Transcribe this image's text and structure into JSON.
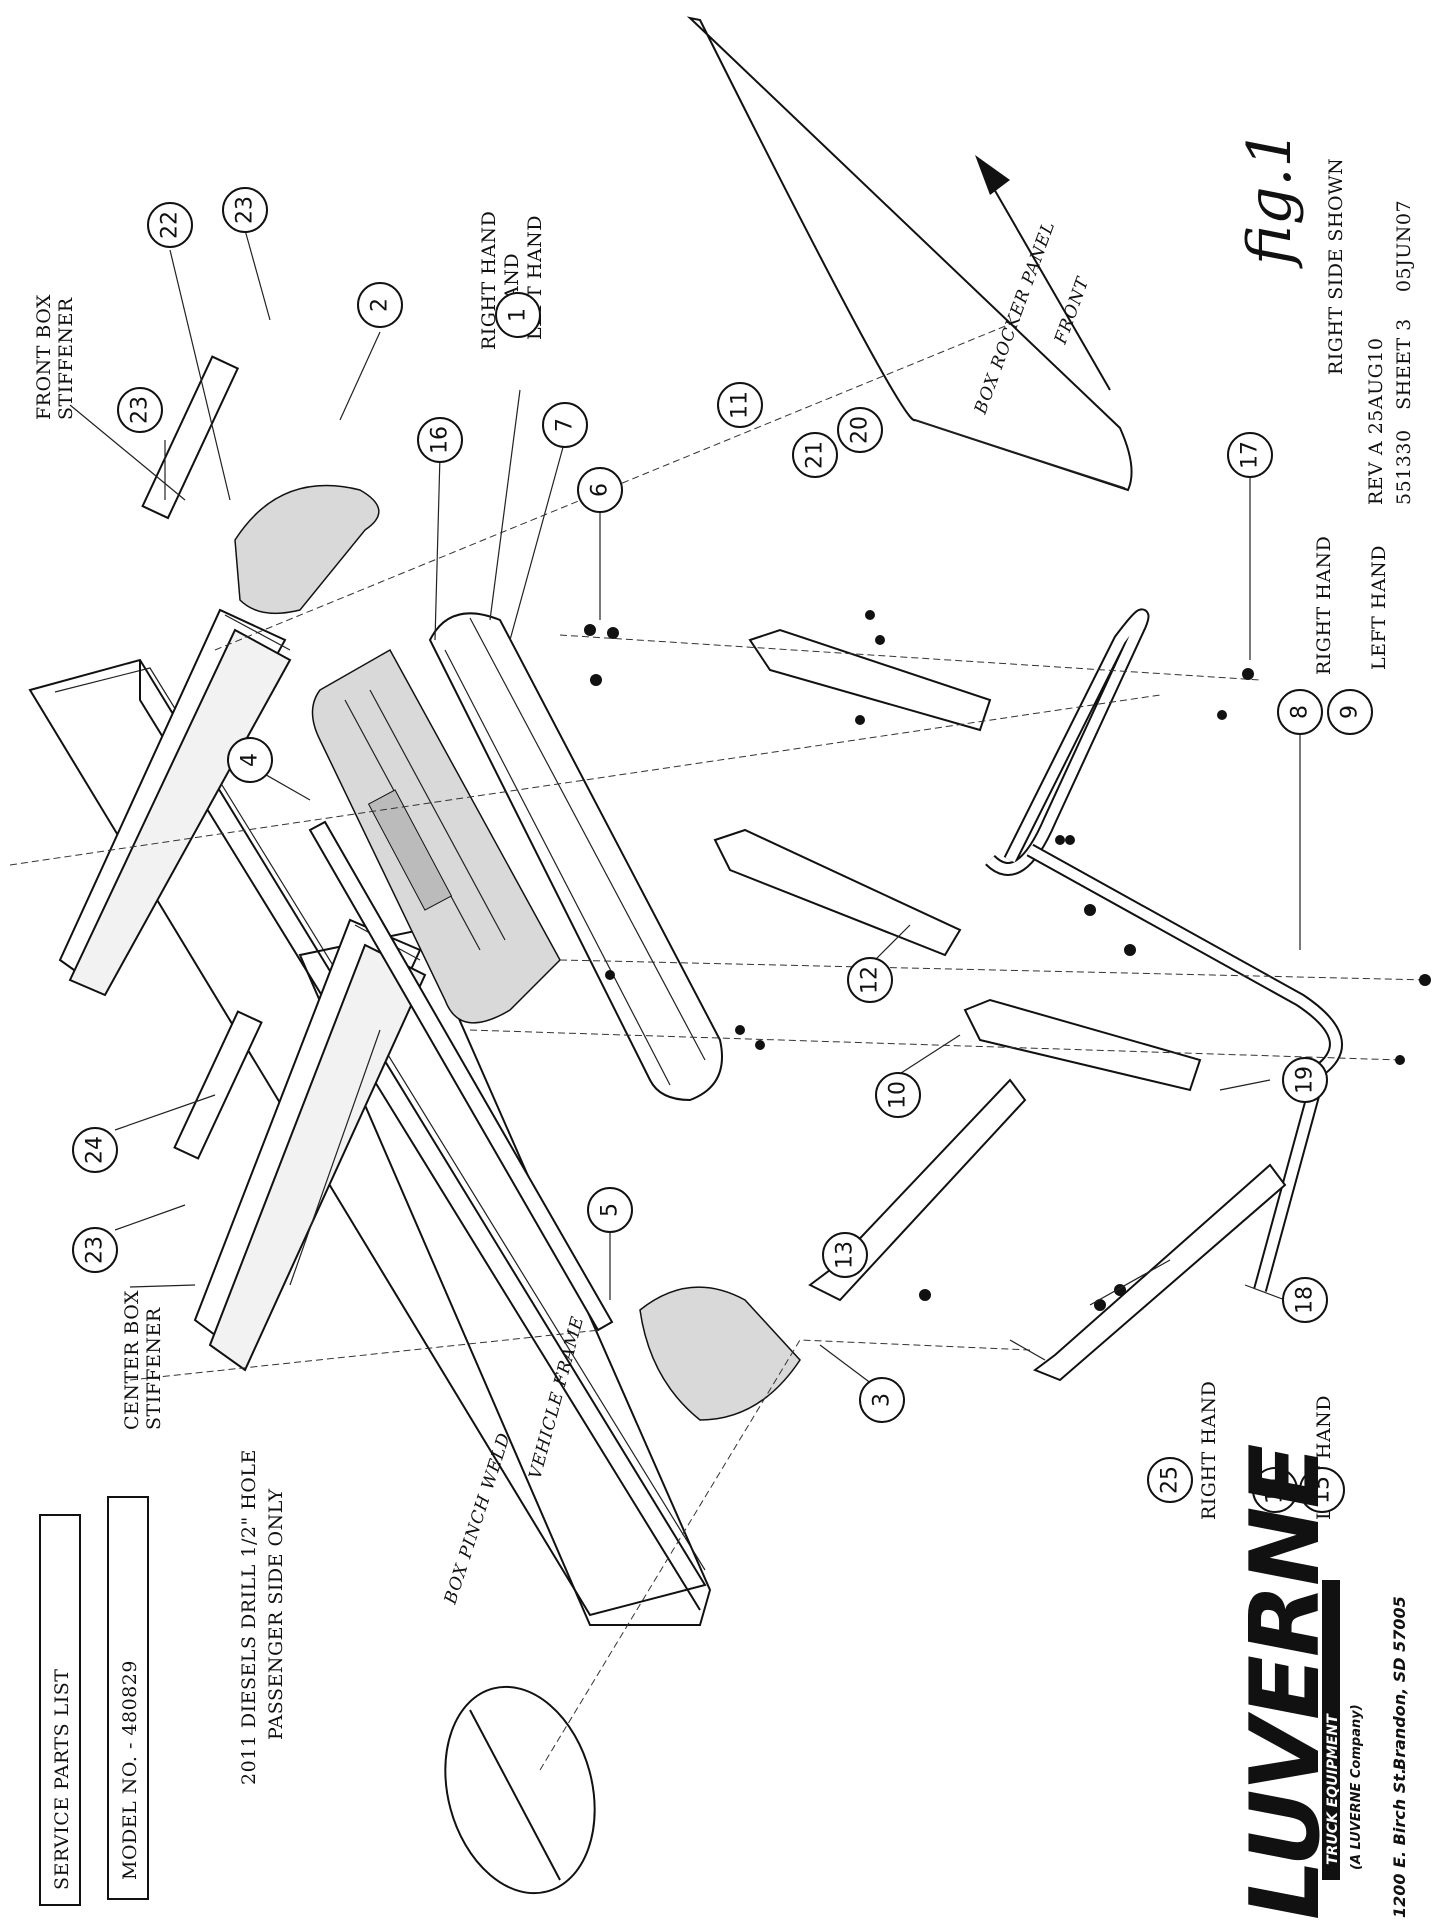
{
  "title": {
    "heading": "SERVICE PARTS LIST",
    "model": "MODEL NO. - 480829"
  },
  "figure": {
    "label": "fig.1",
    "side_note": "RIGHT SIDE SHOWN",
    "rev": "REV A 25AUG10",
    "sheet_line": "551330   SHEET 3    05JUN07"
  },
  "annotations": {
    "front_box_stiffener_1": "FRONT BOX",
    "front_box_stiffener_2": "STIFFENER",
    "center_box_stiffener_1": "CENTER BOX",
    "center_box_stiffener_2": "STIFFENER",
    "diesel_note_1": "2011 DIESELS DRILL 1/2\" HOLE",
    "diesel_note_2": "PASSENGER SIDE ONLY",
    "box_pinch_weld": "BOX PINCH WELD",
    "vehicle_frame": "VEHICLE FRAME",
    "box_rocker_panel": "BOX ROCKER PANEL",
    "front_arrow": "FRONT",
    "rh_lh_1_a": "RIGHT HAND",
    "rh_lh_1_b": "AND",
    "rh_lh_1_c": "LEFT HAND",
    "rh_8": "RIGHT HAND",
    "lh_9": "LEFT HAND",
    "rh_14": "RIGHT HAND",
    "lh_15": "LEFT HAND"
  },
  "callouts": [
    "1",
    "2",
    "3",
    "4",
    "5",
    "6",
    "7",
    "8",
    "9",
    "10",
    "11",
    "12",
    "13",
    "14",
    "15",
    "16",
    "17",
    "18",
    "19",
    "20",
    "21",
    "22",
    "23",
    "23",
    "23",
    "24",
    "25"
  ],
  "logo": {
    "brand": "LUVERNE",
    "tagline": "TRUCK EQUIPMENT",
    "company": "(A LUVERNE Company)",
    "address": "1200 E. Birch St.",
    "city": "Brandon, SD 57005"
  }
}
